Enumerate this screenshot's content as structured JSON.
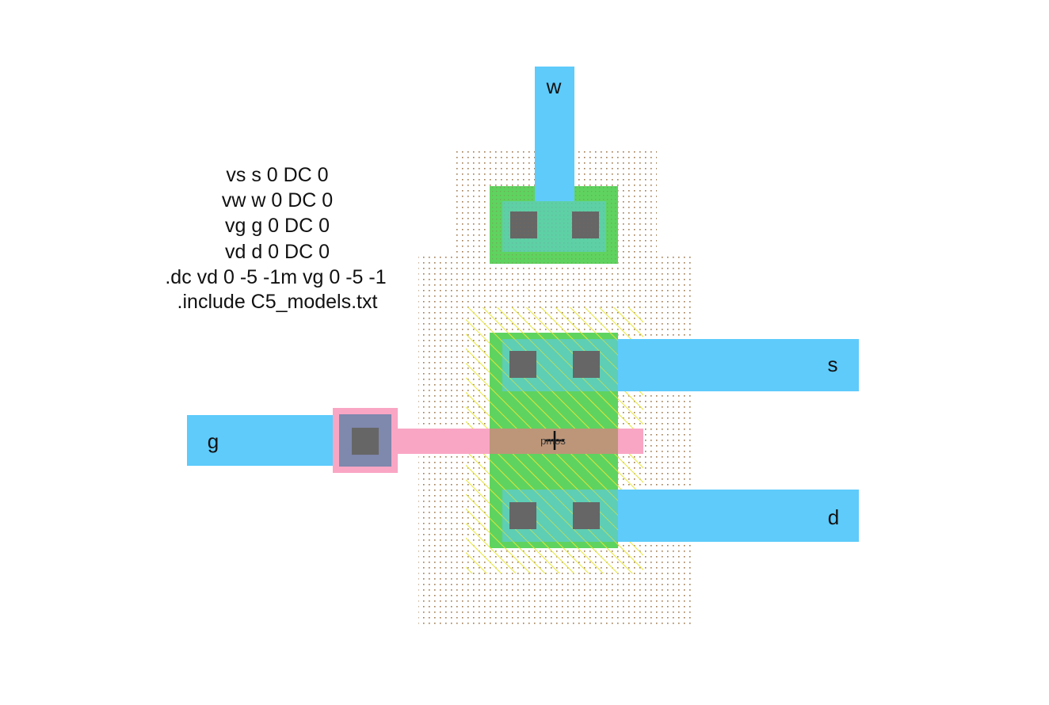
{
  "spice_lines": [
    "vs s 0 DC 0",
    "vw w 0 DC 0",
    "vg g 0 DC 0",
    "vd d 0 DC 0",
    ".dc vd 0 -5 -1m vg 0 -5 -1",
    ".include C5_models.txt"
  ],
  "nets": {
    "w": "w",
    "s": "s",
    "g": "g",
    "d": "d"
  },
  "device_label": "pmos",
  "colors": {
    "metal1": "#5ecbfb",
    "active": "#5fd35f",
    "poly": "#f9a6c4",
    "contact": "#666666",
    "well_dots": "#a07a50",
    "select_hatch": "#e8e840"
  }
}
